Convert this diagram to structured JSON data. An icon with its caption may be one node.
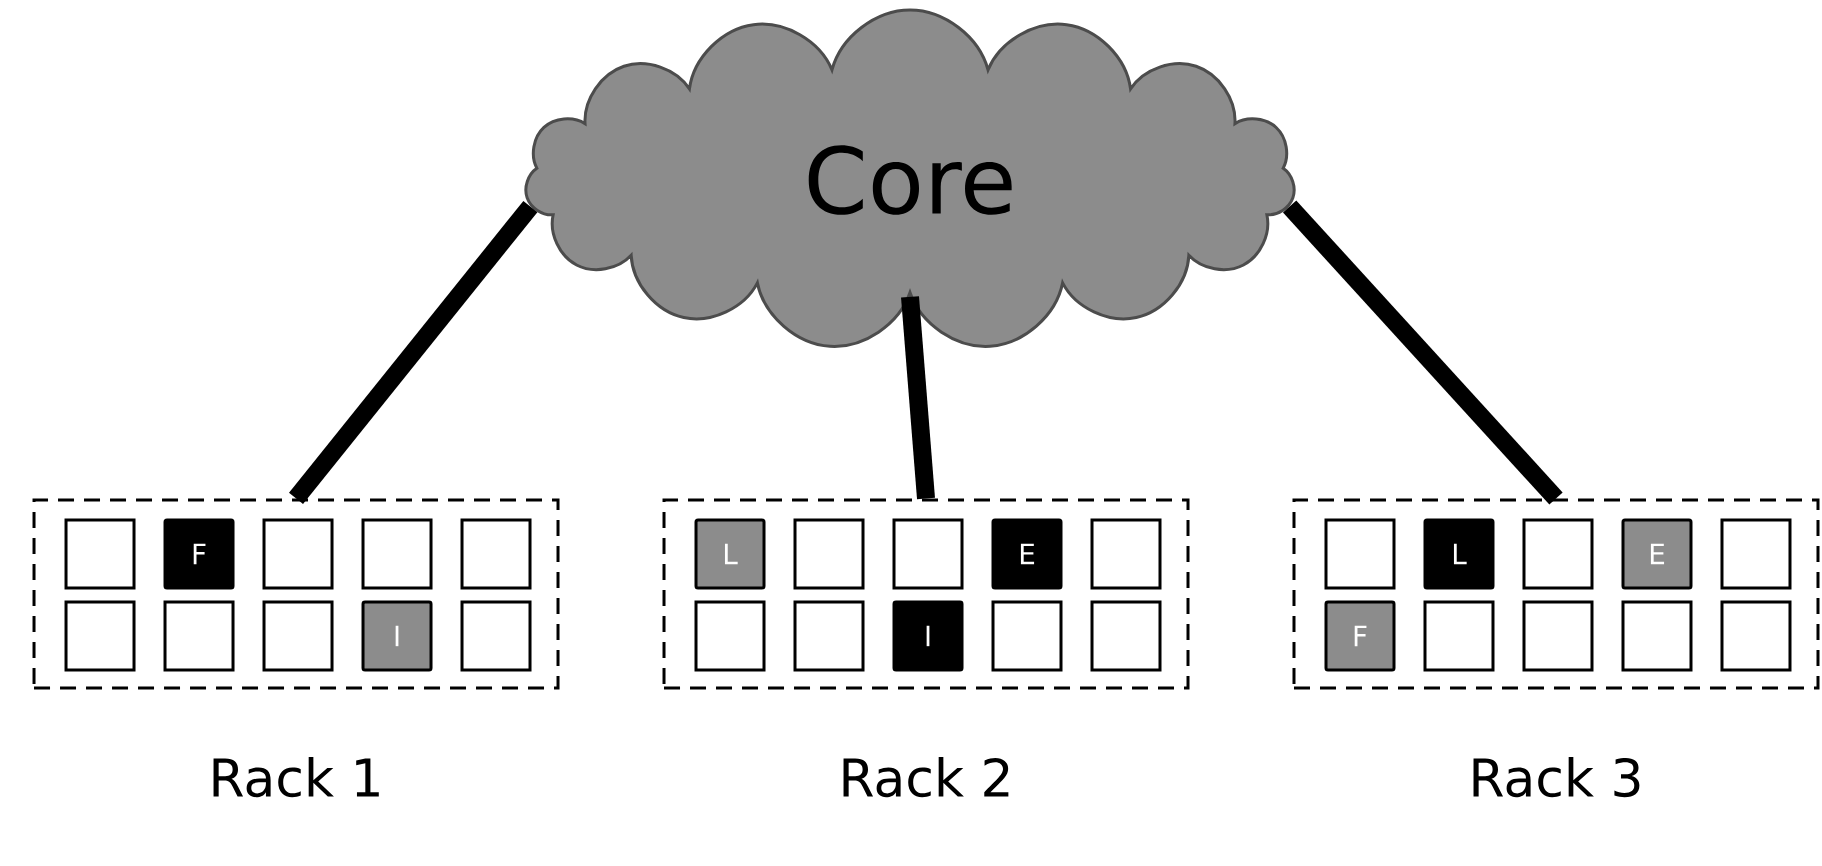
{
  "diagram": {
    "nodes": [
      {
        "text": [
          "Core"
        ]
      },
      {
        "text": [],
        "shape": "box",
        "beside": [
          "Rack 1"
        ]
      },
      {
        "text": [],
        "shape": "box",
        "in": 1
      },
      {
        "text": [
          "F"
        ],
        "in": 1
      },
      {
        "text": [],
        "shape": "box",
        "in": 1
      },
      {
        "text": [],
        "shape": "box",
        "in": 1
      },
      {
        "text": [],
        "shape": "box",
        "in": 1
      },
      {
        "text": [],
        "shape": "box",
        "in": 1
      },
      {
        "text": [],
        "shape": "box",
        "in": 1
      },
      {
        "text": [],
        "shape": "box",
        "in": 1
      },
      {
        "text": [
          "I"
        ],
        "in": 1
      },
      {
        "text": [],
        "shape": "box",
        "in": 1
      },
      {
        "text": [],
        "shape": "box",
        "beside": [
          "Rack 2"
        ]
      },
      {
        "text": [
          "L"
        ],
        "in": 12
      },
      {
        "text": [],
        "shape": "box",
        "in": 12
      },
      {
        "text": [],
        "shape": "box",
        "in": 12
      },
      {
        "text": [
          "E"
        ],
        "in": 12
      },
      {
        "text": [],
        "shape": "box",
        "in": 12
      },
      {
        "text": [],
        "shape": "box",
        "in": 12
      },
      {
        "text": [],
        "shape": "box",
        "in": 12
      },
      {
        "text": [
          "I"
        ],
        "in": 12
      },
      {
        "text": [],
        "shape": "box",
        "in": 12
      },
      {
        "text": [],
        "shape": "box",
        "in": 12
      },
      {
        "text": [],
        "shape": "box",
        "beside": [
          "Rack 3"
        ]
      },
      {
        "text": [],
        "shape": "box",
        "in": 23
      },
      {
        "text": [
          "L"
        ],
        "in": 23
      },
      {
        "text": [],
        "shape": "box",
        "in": 23
      },
      {
        "text": [
          "E"
        ],
        "in": 23
      },
      {
        "text": [],
        "shape": "box",
        "in": 23
      },
      {
        "text": [
          "F"
        ],
        "in": 23
      },
      {
        "text": [],
        "shape": "box",
        "in": 23
      },
      {
        "text": [],
        "shape": "box",
        "in": 23
      },
      {
        "text": [],
        "shape": "box",
        "in": 23
      },
      {
        "text": [],
        "shape": "box",
        "in": 23
      }
    ],
    "edges": [
      {
        "from": 0,
        "to": 1,
        "arrow": "none"
      },
      {
        "from": 0,
        "to": 12,
        "arrow": "none"
      },
      {
        "from": 0,
        "to": 23,
        "arrow": "none"
      }
    ]
  }
}
